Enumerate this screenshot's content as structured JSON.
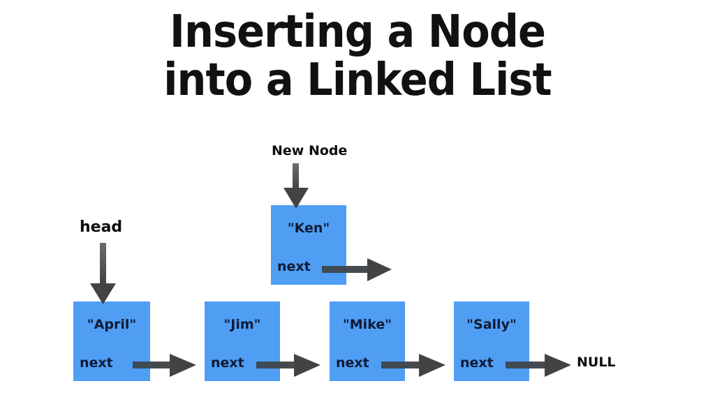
{
  "title": {
    "line1": "Inserting a Node",
    "line2": "into a Linked List"
  },
  "labels": {
    "new_node": "New Node",
    "head": "head",
    "null": "NULL"
  },
  "colors": {
    "node_fill": "#4f9ef4",
    "node_text": "#101a35",
    "arrow": "#434343",
    "background": "#ffffff",
    "title_text": "#111111"
  },
  "new_node": {
    "value": "\"Ken\"",
    "next_label": "next"
  },
  "list": {
    "nodes": [
      {
        "value": "\"April\"",
        "next_label": "next"
      },
      {
        "value": "\"Jim\"",
        "next_label": "next"
      },
      {
        "value": "\"Mike\"",
        "next_label": "next"
      },
      {
        "value": "\"Sally\"",
        "next_label": "next"
      }
    ],
    "terminator": "NULL"
  },
  "diagram": {
    "type": "linked-list-insertion",
    "description": "A singly linked list of four nodes with head pointing at the first node and the last node's next pointing to NULL. A detached new node \"Ken\" sits above the list between the first and second node with an inbound label arrow and an outbound next arrow."
  }
}
